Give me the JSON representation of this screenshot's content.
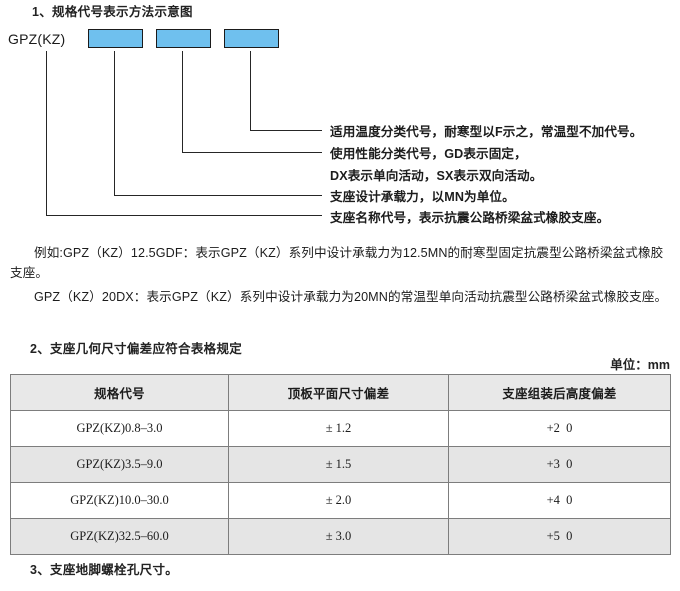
{
  "headings": {
    "section_1": "1、规格代号表示方法示意图",
    "section_2": "2、支座几何尺寸偏差应符合表格规定",
    "section_3": "3、支座地脚螺栓孔尺寸。"
  },
  "diagram": {
    "code_label": "GPZ(KZ)",
    "boxes": [
      {
        "name": "bearing-capacity-box",
        "fill": "#6FC0EE"
      },
      {
        "name": "performance-code-box",
        "fill": "#6FC0EE"
      },
      {
        "name": "temperature-code-box",
        "fill": "#6FC0EE"
      }
    ],
    "annotations": [
      {
        "id": "anno-temperature",
        "text": "适用温度分类代号，耐寒型以F示之，常温型不加代号。"
      },
      {
        "id": "anno-performance-1",
        "text": "使用性能分类代号，GD表示固定，"
      },
      {
        "id": "anno-performance-2",
        "text": "DX表示单向活动，SX表示双向活动。"
      },
      {
        "id": "anno-capacity",
        "text": "支座设计承载力，以MN为单位。"
      },
      {
        "id": "anno-name",
        "text": "支座名称代号，表示抗震公路桥梁盆式橡胶支座。"
      }
    ]
  },
  "paragraphs": {
    "example_1": "例如:GPZ（KZ）12.5GDF：表示GPZ（KZ）系列中设计承载力为12.5MN的耐寒型固定抗震型公路桥梁盆式橡胶支座。",
    "example_2": "GPZ（KZ）20DX：表示GPZ（KZ）系列中设计承载力为20MN的常温型单向活动抗震型公路桥梁盆式橡胶支座。"
  },
  "table": {
    "unit_note": "单位：mm",
    "headers": [
      "规格代号",
      "顶板平面尺寸偏差",
      "支座组装后高度偏差"
    ],
    "rows": [
      {
        "spec": "GPZ(KZ)0.8–3.0",
        "plate_tolerance": "± 1.2",
        "height_tolerance": "+2  0"
      },
      {
        "spec": "GPZ(KZ)3.5–9.0",
        "plate_tolerance": "± 1.5",
        "height_tolerance": "+3  0"
      },
      {
        "spec": "GPZ(KZ)10.0–30.0",
        "plate_tolerance": "± 2.0",
        "height_tolerance": "+4  0"
      },
      {
        "spec": "GPZ(KZ)32.5–60.0",
        "plate_tolerance": "± 3.0",
        "height_tolerance": "+5  0"
      }
    ]
  }
}
